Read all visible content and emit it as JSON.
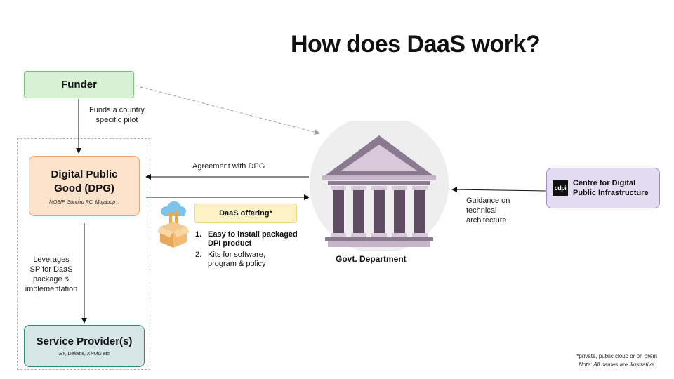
{
  "title": "How does DaaS work?",
  "nodes": {
    "funder": {
      "label": "Funder"
    },
    "dpg": {
      "label_line1": "Digital Public",
      "label_line2": "Good (DPG)",
      "examples": "MOSIP, Sunbird RC, Mojaloop .."
    },
    "service_provider": {
      "label": "Service Provider(s)",
      "examples": "EY, Deloitte, KPMG etc"
    },
    "cdpi": {
      "logo_text": "cdpi",
      "label_line1": "Centre for Digital",
      "label_line2": "Public Infrastructure"
    },
    "govt": {
      "label": "Govt. Department"
    }
  },
  "edges": {
    "funds": {
      "line1": "Funds a country",
      "line2": "specific pilot"
    },
    "agreement": {
      "label": "Agreement with  DPG"
    },
    "guidance": {
      "line1": "Guidance on",
      "line2": "technical",
      "line3": "architecture"
    },
    "leverages": {
      "line1": "Leverages",
      "line2": "SP for DaaS",
      "line3": "package &",
      "line4": "implementation"
    }
  },
  "daas_offering": {
    "heading": "DaaS offering*",
    "items": [
      {
        "num": "1.",
        "line1": "Easy to install packaged",
        "line2": "DPI product",
        "bold": true
      },
      {
        "num": "2.",
        "line1": "Kits for software,",
        "line2": "program & policy",
        "bold": false
      }
    ]
  },
  "footnotes": {
    "line1": "*private, public cloud or on prem",
    "line2": "Note: All names are illustrative"
  },
  "colors": {
    "funder_fill": "#d8f0d4",
    "dpg_fill": "#fde3cc",
    "sp_fill": "#d6e5e8",
    "cdpi_fill": "#e3dbef",
    "daas_fill": "#fdf2c4",
    "building": "#8b7b91"
  },
  "icons": [
    "cloud-upload-icon",
    "package-box-icon",
    "government-building-icon",
    "cdpi-logo"
  ]
}
